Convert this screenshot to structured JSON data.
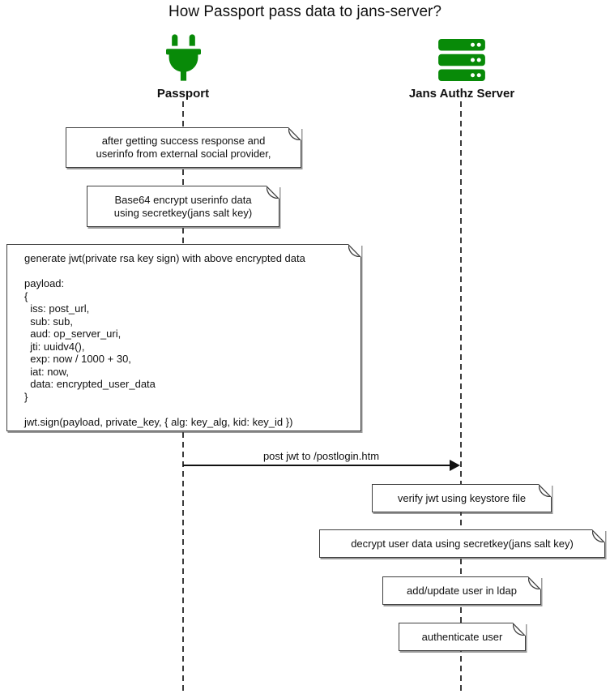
{
  "title": "How Passport pass data to jans-server?",
  "colors": {
    "icon_green": "#088A08",
    "note_border": "#3f3f3f",
    "text": "#111111"
  },
  "actors": [
    {
      "name": "Passport",
      "icon": "plug-icon"
    },
    {
      "name": "Jans Authz Server",
      "icon": "server-icon"
    }
  ],
  "message": {
    "label": "post jwt to /postlogin.htm",
    "from": "Passport",
    "to": "Jans Authz Server"
  },
  "notes": {
    "n1": "after getting success response and\nuserinfo from external social provider,",
    "n2": "Base64 encrypt userinfo data\nusing secretkey(jans salt key)",
    "n3": "generate jwt(private rsa key sign) with above encrypted data\n\npayload:\n{\n  iss: post_url,\n  sub: sub,\n  aud: op_server_uri,\n  jti: uuidv4(),\n  exp: now / 1000 + 30,\n  iat: now,\n  data: encrypted_user_data\n}\n\njwt.sign(payload, private_key, { alg: key_alg, kid: key_id })",
    "n4": "verify jwt using keystore file",
    "n5": "decrypt user data using secretkey(jans salt key)",
    "n6": "add/update user in ldap",
    "n7": "authenticate user"
  }
}
